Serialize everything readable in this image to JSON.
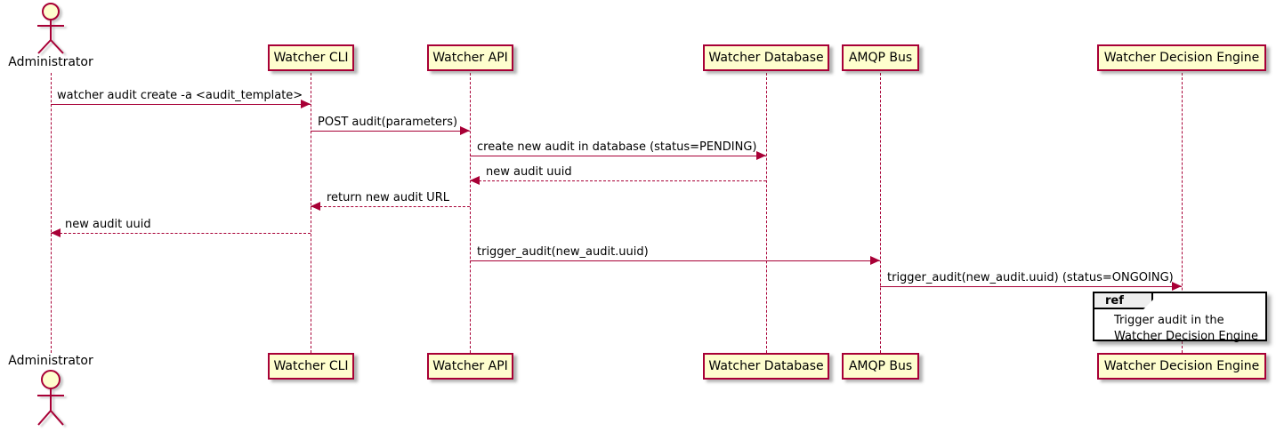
{
  "diagram": {
    "type": "sequence",
    "actor": {
      "name": "Administrator"
    },
    "participants": [
      {
        "label": "Watcher CLI"
      },
      {
        "label": "Watcher API"
      },
      {
        "label": "Watcher Database"
      },
      {
        "label": "AMQP Bus"
      },
      {
        "label": "Watcher Decision Engine"
      }
    ],
    "messages": [
      {
        "from": "Administrator",
        "to": "Watcher CLI",
        "style": "solid",
        "label": "watcher audit create -a <audit_template>"
      },
      {
        "from": "Watcher CLI",
        "to": "Watcher API",
        "style": "solid",
        "label": "POST audit(parameters)"
      },
      {
        "from": "Watcher API",
        "to": "Watcher Database",
        "style": "solid",
        "label": "create new audit in database (status=PENDING)"
      },
      {
        "from": "Watcher Database",
        "to": "Watcher API",
        "style": "dashed",
        "label": "new audit uuid"
      },
      {
        "from": "Watcher API",
        "to": "Watcher CLI",
        "style": "dashed",
        "label": "return new audit URL"
      },
      {
        "from": "Watcher CLI",
        "to": "Administrator",
        "style": "dashed",
        "label": "new audit uuid"
      },
      {
        "from": "Watcher API",
        "to": "AMQP Bus",
        "style": "solid",
        "label": "trigger_audit(new_audit.uuid)"
      },
      {
        "from": "AMQP Bus",
        "to": "Watcher Decision Engine",
        "style": "solid",
        "label": "trigger_audit(new_audit.uuid) (status=ONGOING)"
      }
    ],
    "ref_fragment": {
      "tag": "ref",
      "lines": {
        "0": "Trigger audit in the",
        "1": "Watcher Decision Engine"
      }
    },
    "colors": {
      "participant_fill": "#FEFECE",
      "border_and_lines": "#A80036",
      "text": "#000000",
      "ref_tag_fill": "#EEEEEE",
      "ref_border": "#000000",
      "background": "#FFFFFF"
    }
  }
}
